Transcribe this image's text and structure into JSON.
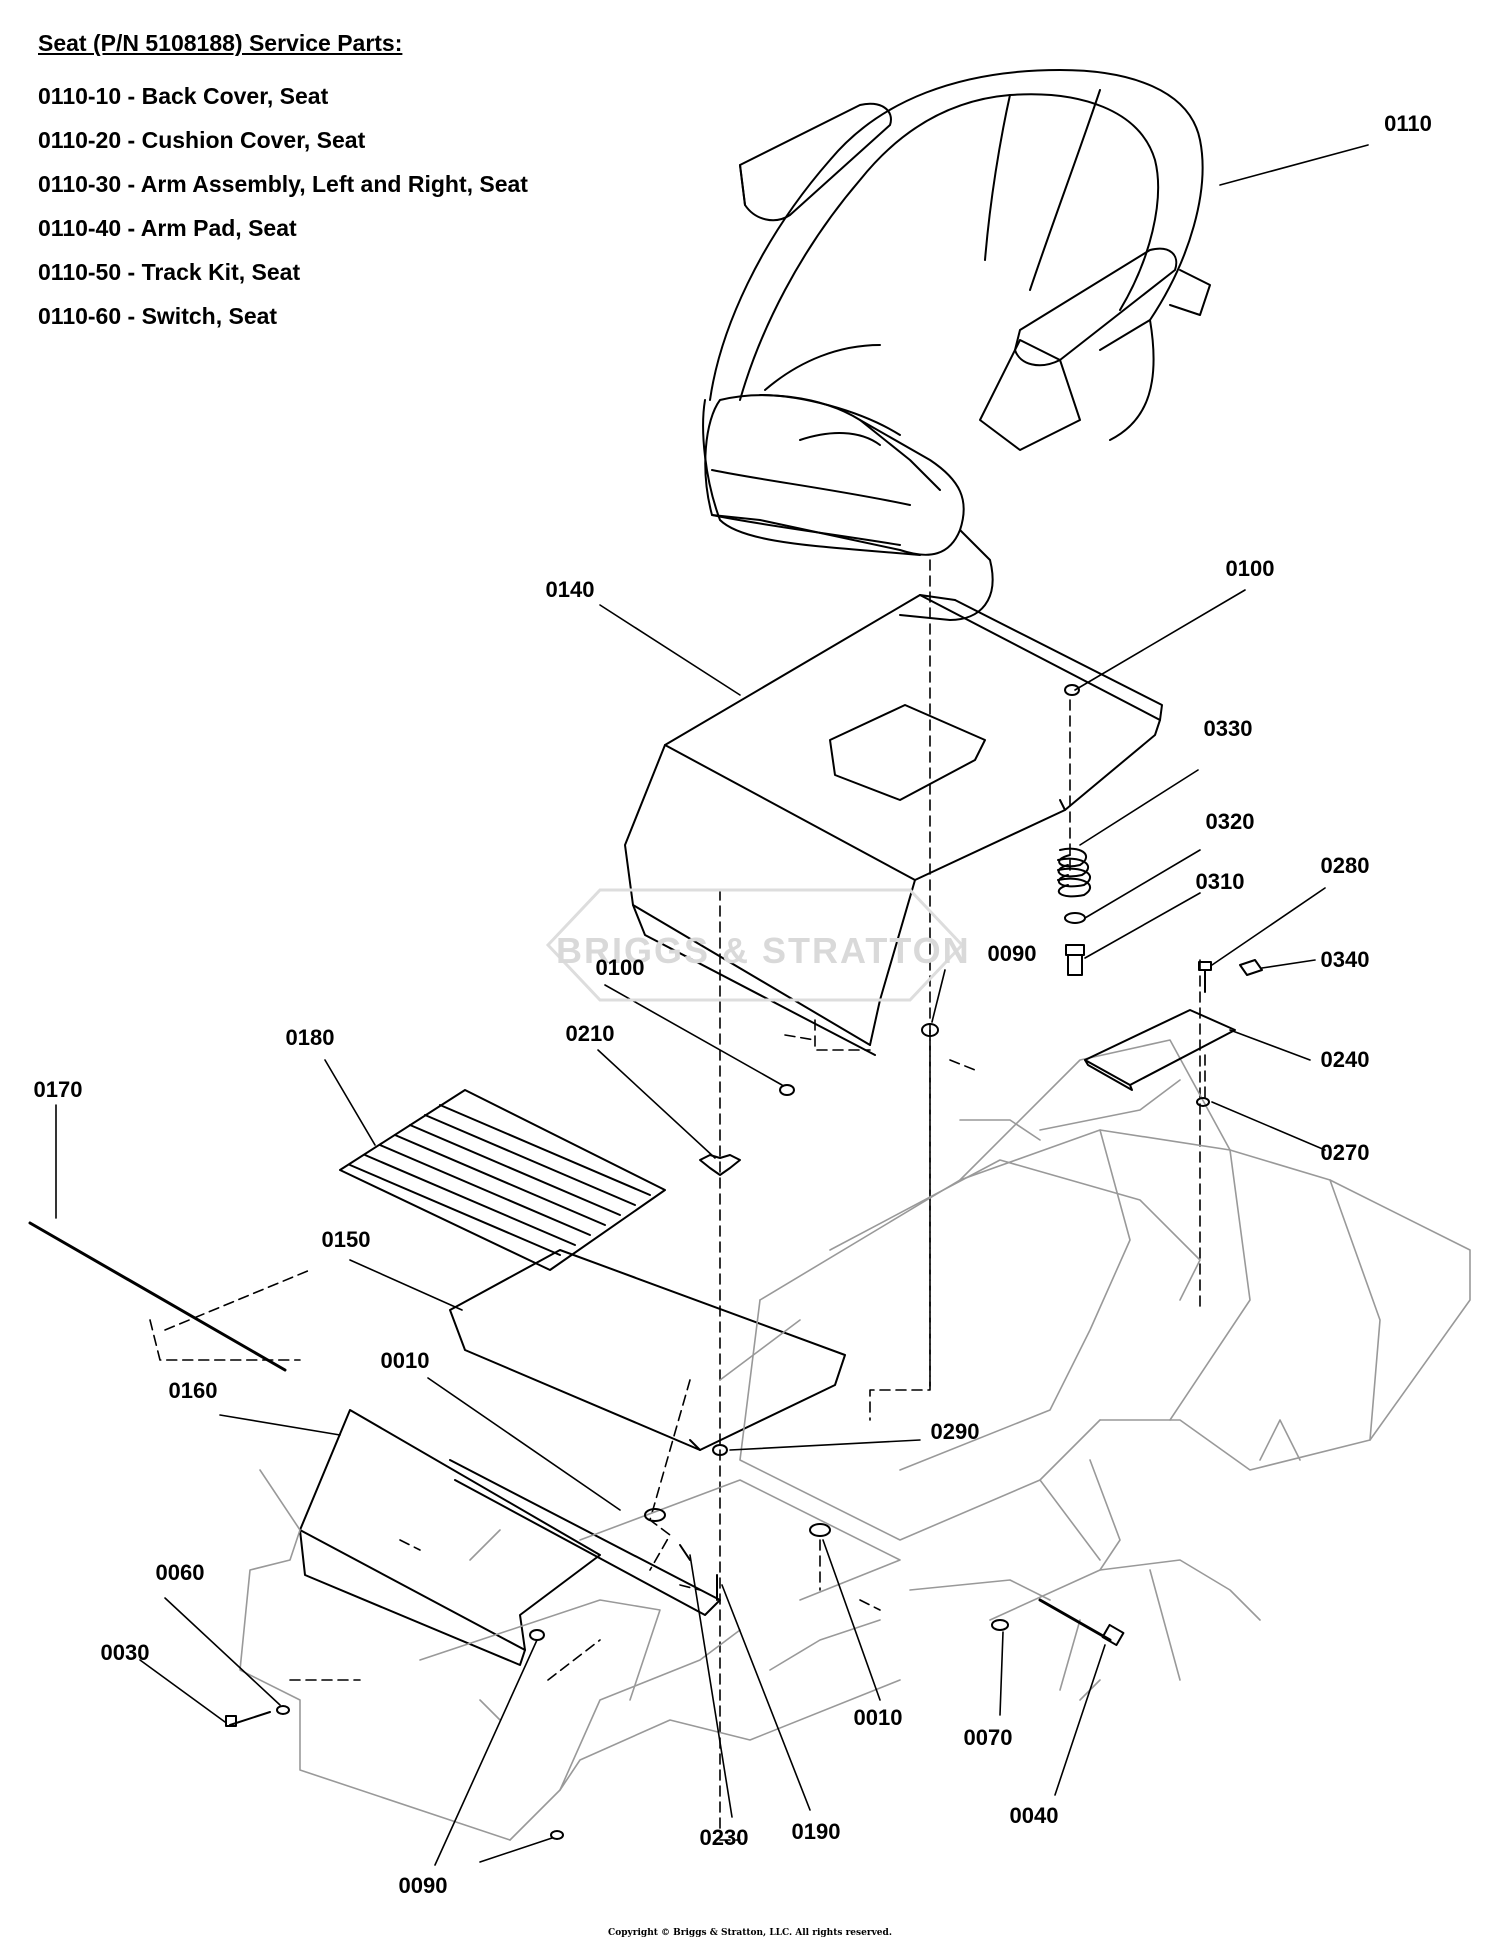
{
  "header": {
    "title": "Seat (P/N 5108188) Service Parts:",
    "service_parts": [
      "0110-10 - Back Cover, Seat",
      "0110-20 - Cushion Cover, Seat",
      "0110-30 - Arm Assembly, Left and Right, Seat",
      "0110-40 - Arm Pad, Seat",
      "0110-50 - Track Kit, Seat",
      "0110-60 - Switch, Seat"
    ]
  },
  "callouts": {
    "c0110": "0110",
    "c0140": "0140",
    "c0100_top": "0100",
    "c0330": "0330",
    "c0320": "0320",
    "c0310": "0310",
    "c0280": "0280",
    "c0340": "0340",
    "c0240": "0240",
    "c0270": "0270",
    "c0090_mid": "0090",
    "c0100_mid": "0100",
    "c0210": "0210",
    "c0180": "0180",
    "c0170": "0170",
    "c0150": "0150",
    "c0010_left": "0010",
    "c0160": "0160",
    "c0290": "0290",
    "c0060": "0060",
    "c0030": "0030",
    "c0230": "0230",
    "c0190": "0190",
    "c0010_right": "0010",
    "c0070": "0070",
    "c0040": "0040",
    "c0090_bottom": "0090"
  },
  "watermark": "BRIGGS & STRATTON",
  "copyright": "Copyright © Briggs & Stratton, LLC. All rights reserved."
}
